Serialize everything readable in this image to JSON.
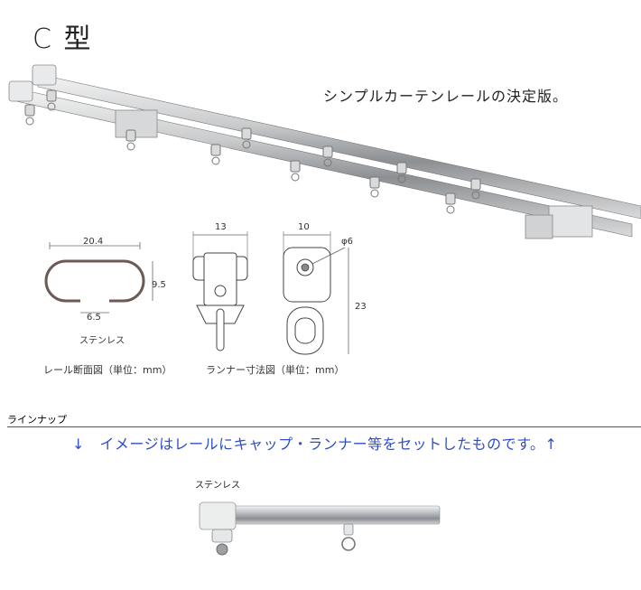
{
  "page": {
    "title": "C 型",
    "tagline": "シンプルカーテンレールの決定版。",
    "section_label": "ラインナップ",
    "notice": "↓　イメージはレールにキャップ・ランナー等をセットしたものです。↑"
  },
  "cross_section": {
    "width_label": "20.4",
    "height_label": "9.5",
    "gap_label": "6.5",
    "material_label": "ステンレス",
    "caption": "レール断面図（単位：mm）"
  },
  "runner": {
    "front_width_label": "13",
    "side_width_label": "10",
    "hole_label": "φ6",
    "height_label": "23",
    "caption": "ランナー寸法図（単位：mm）"
  },
  "lineup": {
    "items": [
      {
        "label": "ステンレス"
      }
    ]
  }
}
